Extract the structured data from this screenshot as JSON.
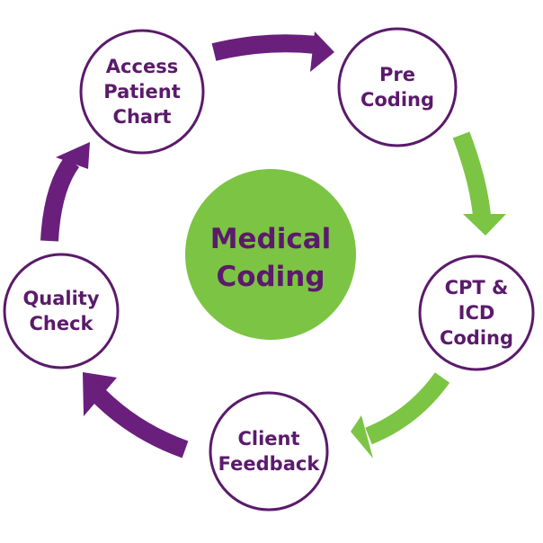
{
  "title": "Medical Coding",
  "center": {
    "lines": [
      "Medical",
      "Coding"
    ]
  },
  "colors": {
    "purple": "#6a1f7d",
    "text_purple": "#5b1a6b",
    "green": "#7cc444",
    "background": "#ffffff"
  },
  "steps": [
    {
      "id": "access-patient-chart",
      "lines": [
        "Access",
        "Patient",
        "Chart"
      ]
    },
    {
      "id": "pre-coding",
      "lines": [
        "Pre",
        "Coding"
      ]
    },
    {
      "id": "cpt-icd-coding",
      "lines": [
        "CPT &",
        "ICD",
        "Coding"
      ]
    },
    {
      "id": "client-feedback",
      "lines": [
        "Client",
        "Feedback"
      ]
    },
    {
      "id": "quality-check",
      "lines": [
        "Quality",
        "Check"
      ]
    }
  ],
  "arrows": [
    {
      "from": "access-patient-chart",
      "to": "pre-coding",
      "color": "purple"
    },
    {
      "from": "pre-coding",
      "to": "cpt-icd-coding",
      "color": "green"
    },
    {
      "from": "cpt-icd-coding",
      "to": "client-feedback",
      "color": "green"
    },
    {
      "from": "client-feedback",
      "to": "quality-check",
      "color": "purple"
    },
    {
      "from": "quality-check",
      "to": "access-patient-chart",
      "color": "purple"
    }
  ]
}
